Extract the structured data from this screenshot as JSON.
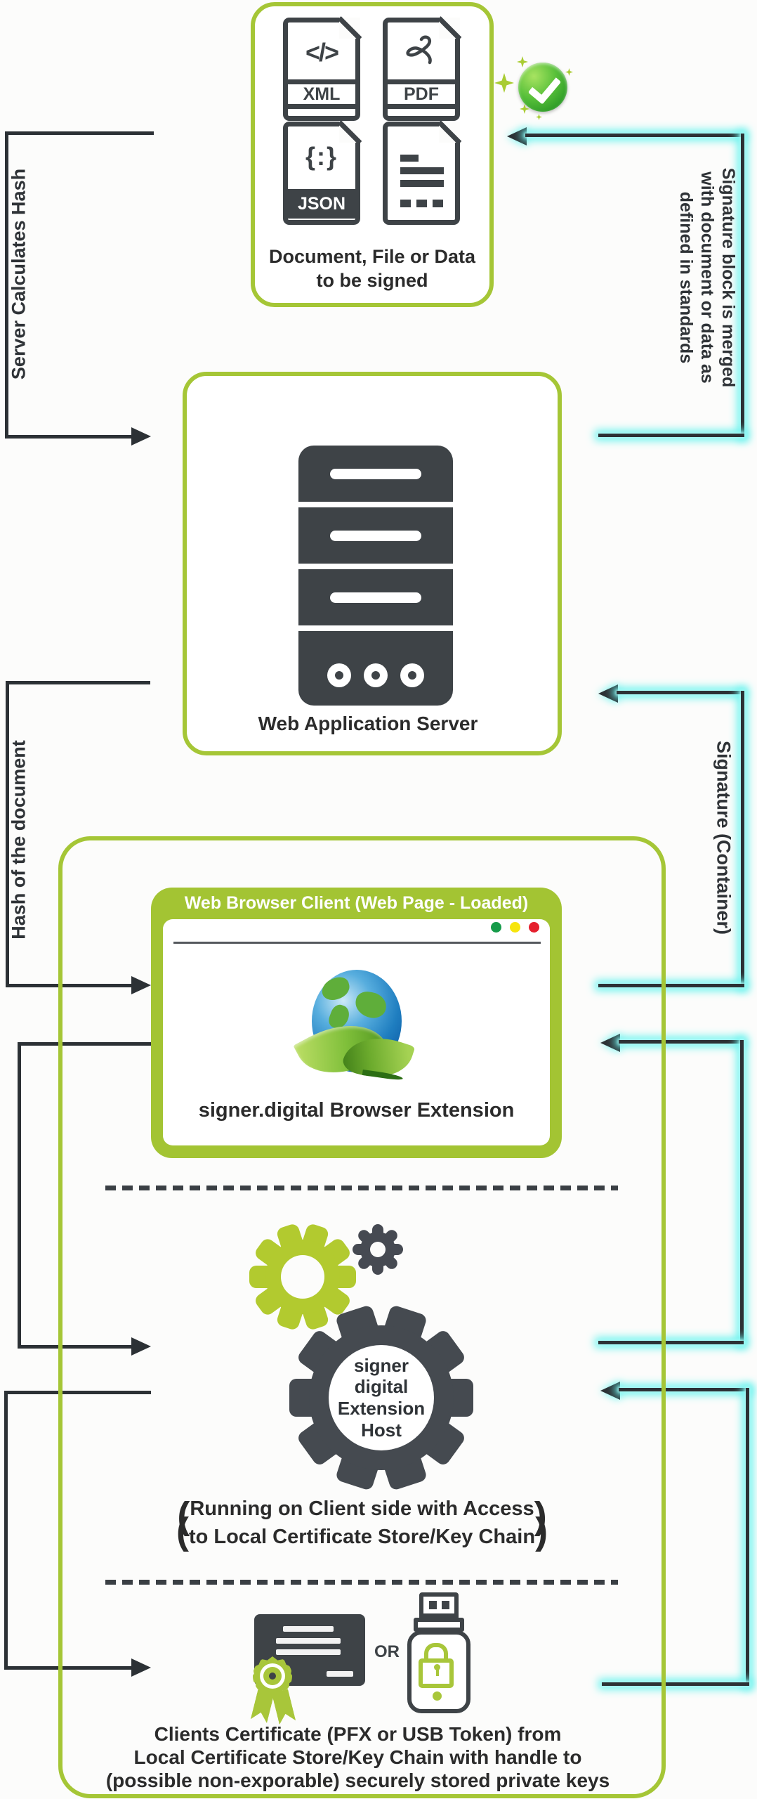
{
  "colors": {
    "lime_border": "#a5c636",
    "lime_gear": "#b2ca2f",
    "dark_icon": "#3e4347",
    "line_dark": "#2c3135",
    "cyan_glow": "#6af3ee",
    "check_green": "#2f9e27",
    "globe_blue": "#1f7ec0",
    "traffic_dots": [
      "#169b4a",
      "#f7e50c",
      "#e5202e"
    ]
  },
  "doc_box": {
    "files": [
      {
        "label": "XML",
        "glyph": "</>"
      },
      {
        "label": "PDF",
        "glyph": "pdf-swirl"
      },
      {
        "label": "JSON",
        "glyph": "{:}"
      },
      {
        "label": "",
        "glyph": "text-lines"
      }
    ],
    "caption_line1": "Document, File or Data",
    "caption_line2": "to be signed"
  },
  "server_box": {
    "caption": "Web Application Server"
  },
  "left_labels": {
    "server_hash": "Server Calculates Hash",
    "hash_doc": "Hash of the document"
  },
  "right_labels": {
    "merge_line1": "Signature block is merged",
    "merge_line2": "with document or data as",
    "merge_line3": "defined in standards",
    "signature": "Signature (Container)"
  },
  "browser": {
    "header": "Web Browser Client (Web Page - Loaded)",
    "extension": "signer.digital Browser Extension"
  },
  "host": {
    "gear_line1": "signer",
    "gear_line2": "digital",
    "gear_line3": "Extension",
    "gear_line4": "Host",
    "paren_open": "(",
    "paren_close": ")",
    "running_line1": "Running on Client side with Access",
    "running_line2": "to Local Certificate Store/Key Chain"
  },
  "cert_section": {
    "or": "OR",
    "caption_line1": "Clients Certificate (PFX or USB Token) from",
    "caption_line2": "Local Certificate Store/Key Chain with handle to",
    "caption_line3": "(possible non-exporable) securely stored private keys"
  }
}
